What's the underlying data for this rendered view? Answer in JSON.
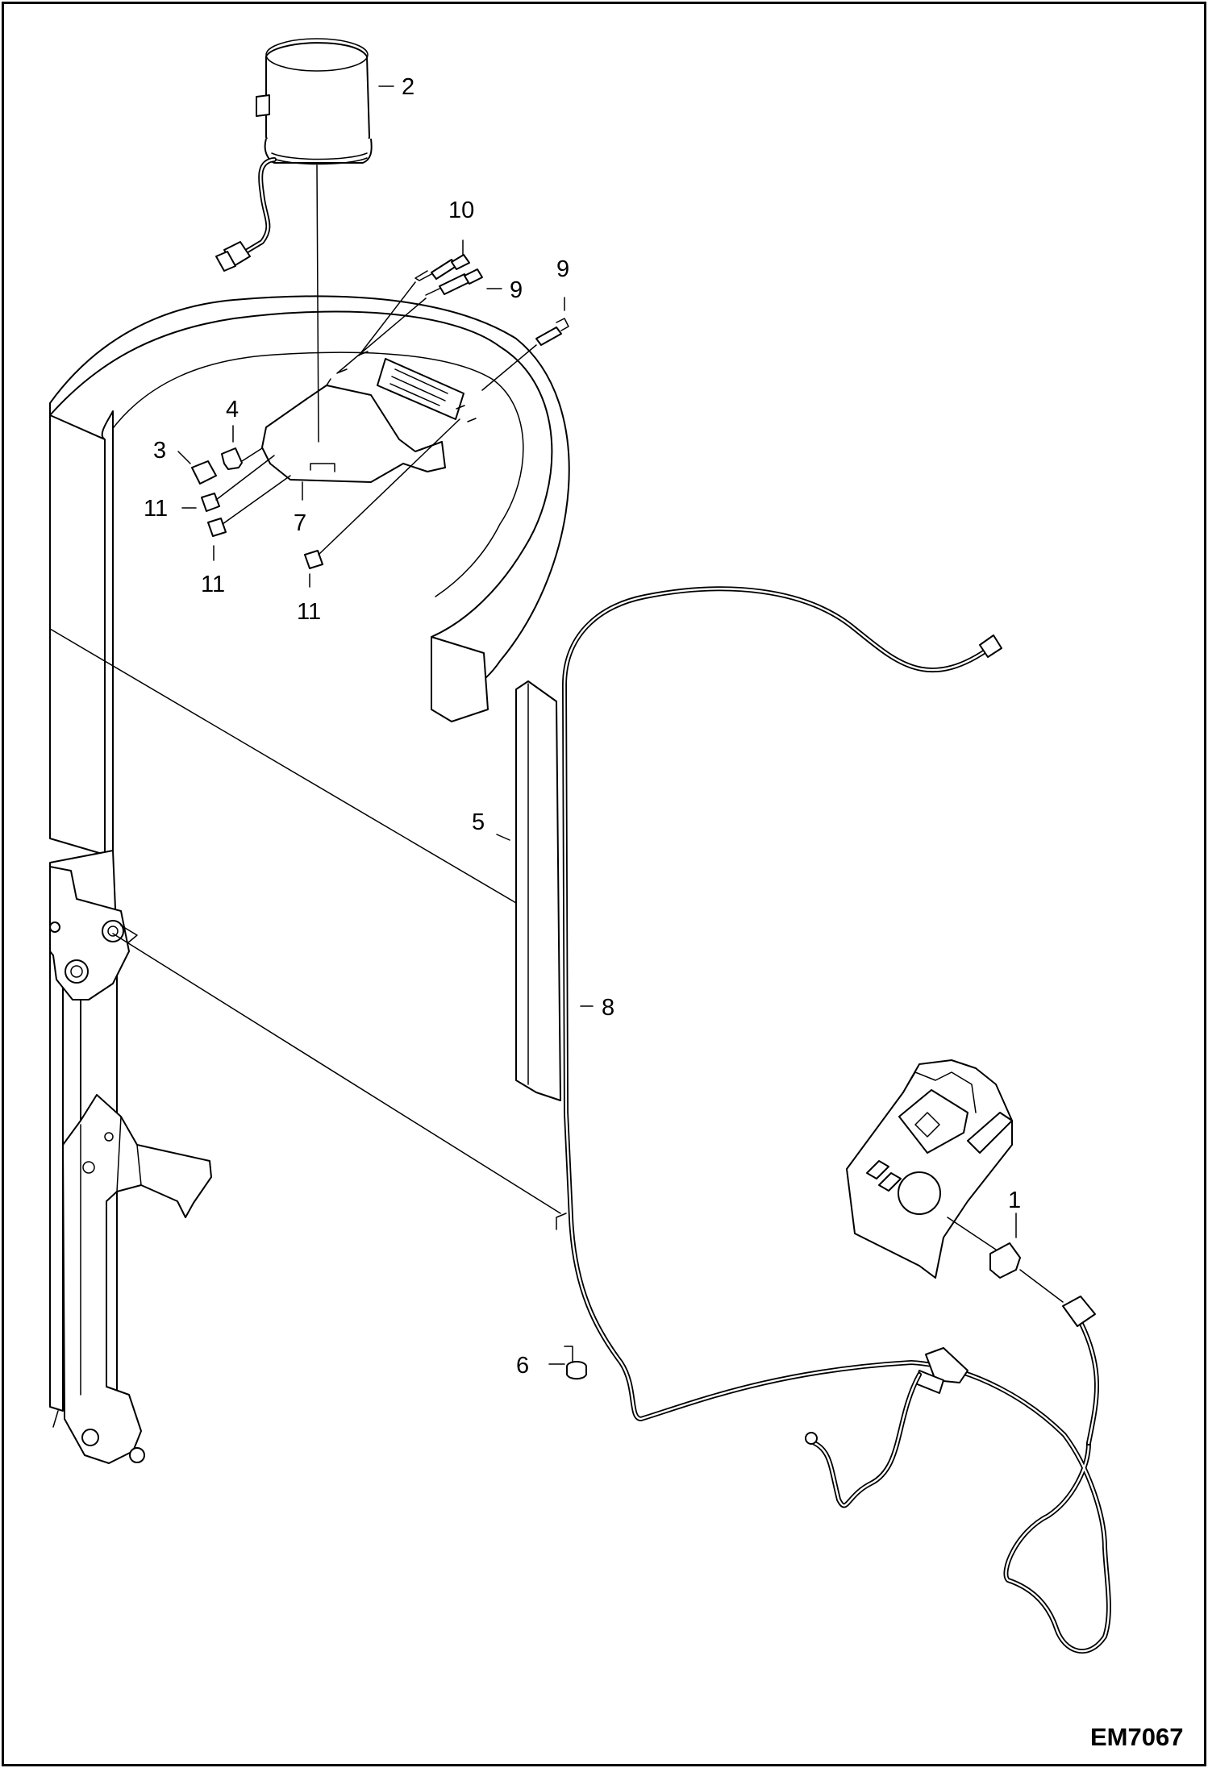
{
  "drawing_number": "EM7067",
  "callouts": [
    {
      "id": "c1",
      "text": "1"
    },
    {
      "id": "c2",
      "text": "2"
    },
    {
      "id": "c3",
      "text": "3"
    },
    {
      "id": "c4",
      "text": "4"
    },
    {
      "id": "c5",
      "text": "5"
    },
    {
      "id": "c6",
      "text": "6"
    },
    {
      "id": "c7",
      "text": "7"
    },
    {
      "id": "c8",
      "text": "8"
    },
    {
      "id": "c9a",
      "text": "9"
    },
    {
      "id": "c9b",
      "text": "9"
    },
    {
      "id": "c10",
      "text": "10"
    },
    {
      "id": "c11a",
      "text": "11"
    },
    {
      "id": "c11b",
      "text": "11"
    },
    {
      "id": "c11c",
      "text": "11"
    }
  ],
  "colors": {
    "line": "#000000",
    "background": "#ffffff"
  }
}
